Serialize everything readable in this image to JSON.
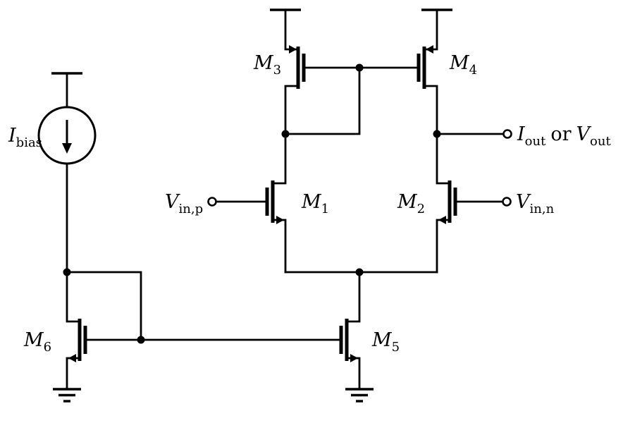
{
  "colors": {
    "ink": "#000000",
    "background": "#ffffff"
  },
  "components": {
    "transistors": [
      {
        "id": "M1",
        "type": "NMOS"
      },
      {
        "id": "M2",
        "type": "NMOS"
      },
      {
        "id": "M3",
        "type": "PMOS"
      },
      {
        "id": "M4",
        "type": "PMOS"
      },
      {
        "id": "M5",
        "type": "NMOS"
      },
      {
        "id": "M6",
        "type": "NMOS"
      }
    ],
    "sources": [
      {
        "id": "Ibias",
        "type": "current-source"
      }
    ]
  },
  "labels": {
    "ibias": {
      "base": "I",
      "sub": "bias"
    },
    "m1": {
      "base": "M",
      "sub": "1"
    },
    "m2": {
      "base": "M",
      "sub": "2"
    },
    "m3": {
      "base": "M",
      "sub": "3"
    },
    "m4": {
      "base": "M",
      "sub": "4"
    },
    "m5": {
      "base": "M",
      "sub": "5"
    },
    "m6": {
      "base": "M",
      "sub": "6"
    },
    "vinp": {
      "base": "V",
      "sub": "in,p"
    },
    "vinn": {
      "base": "V",
      "sub": "in,n"
    },
    "output": {
      "base1": "I",
      "sub1": "out",
      "mid": "or",
      "base2": "V",
      "sub2": "out"
    }
  }
}
